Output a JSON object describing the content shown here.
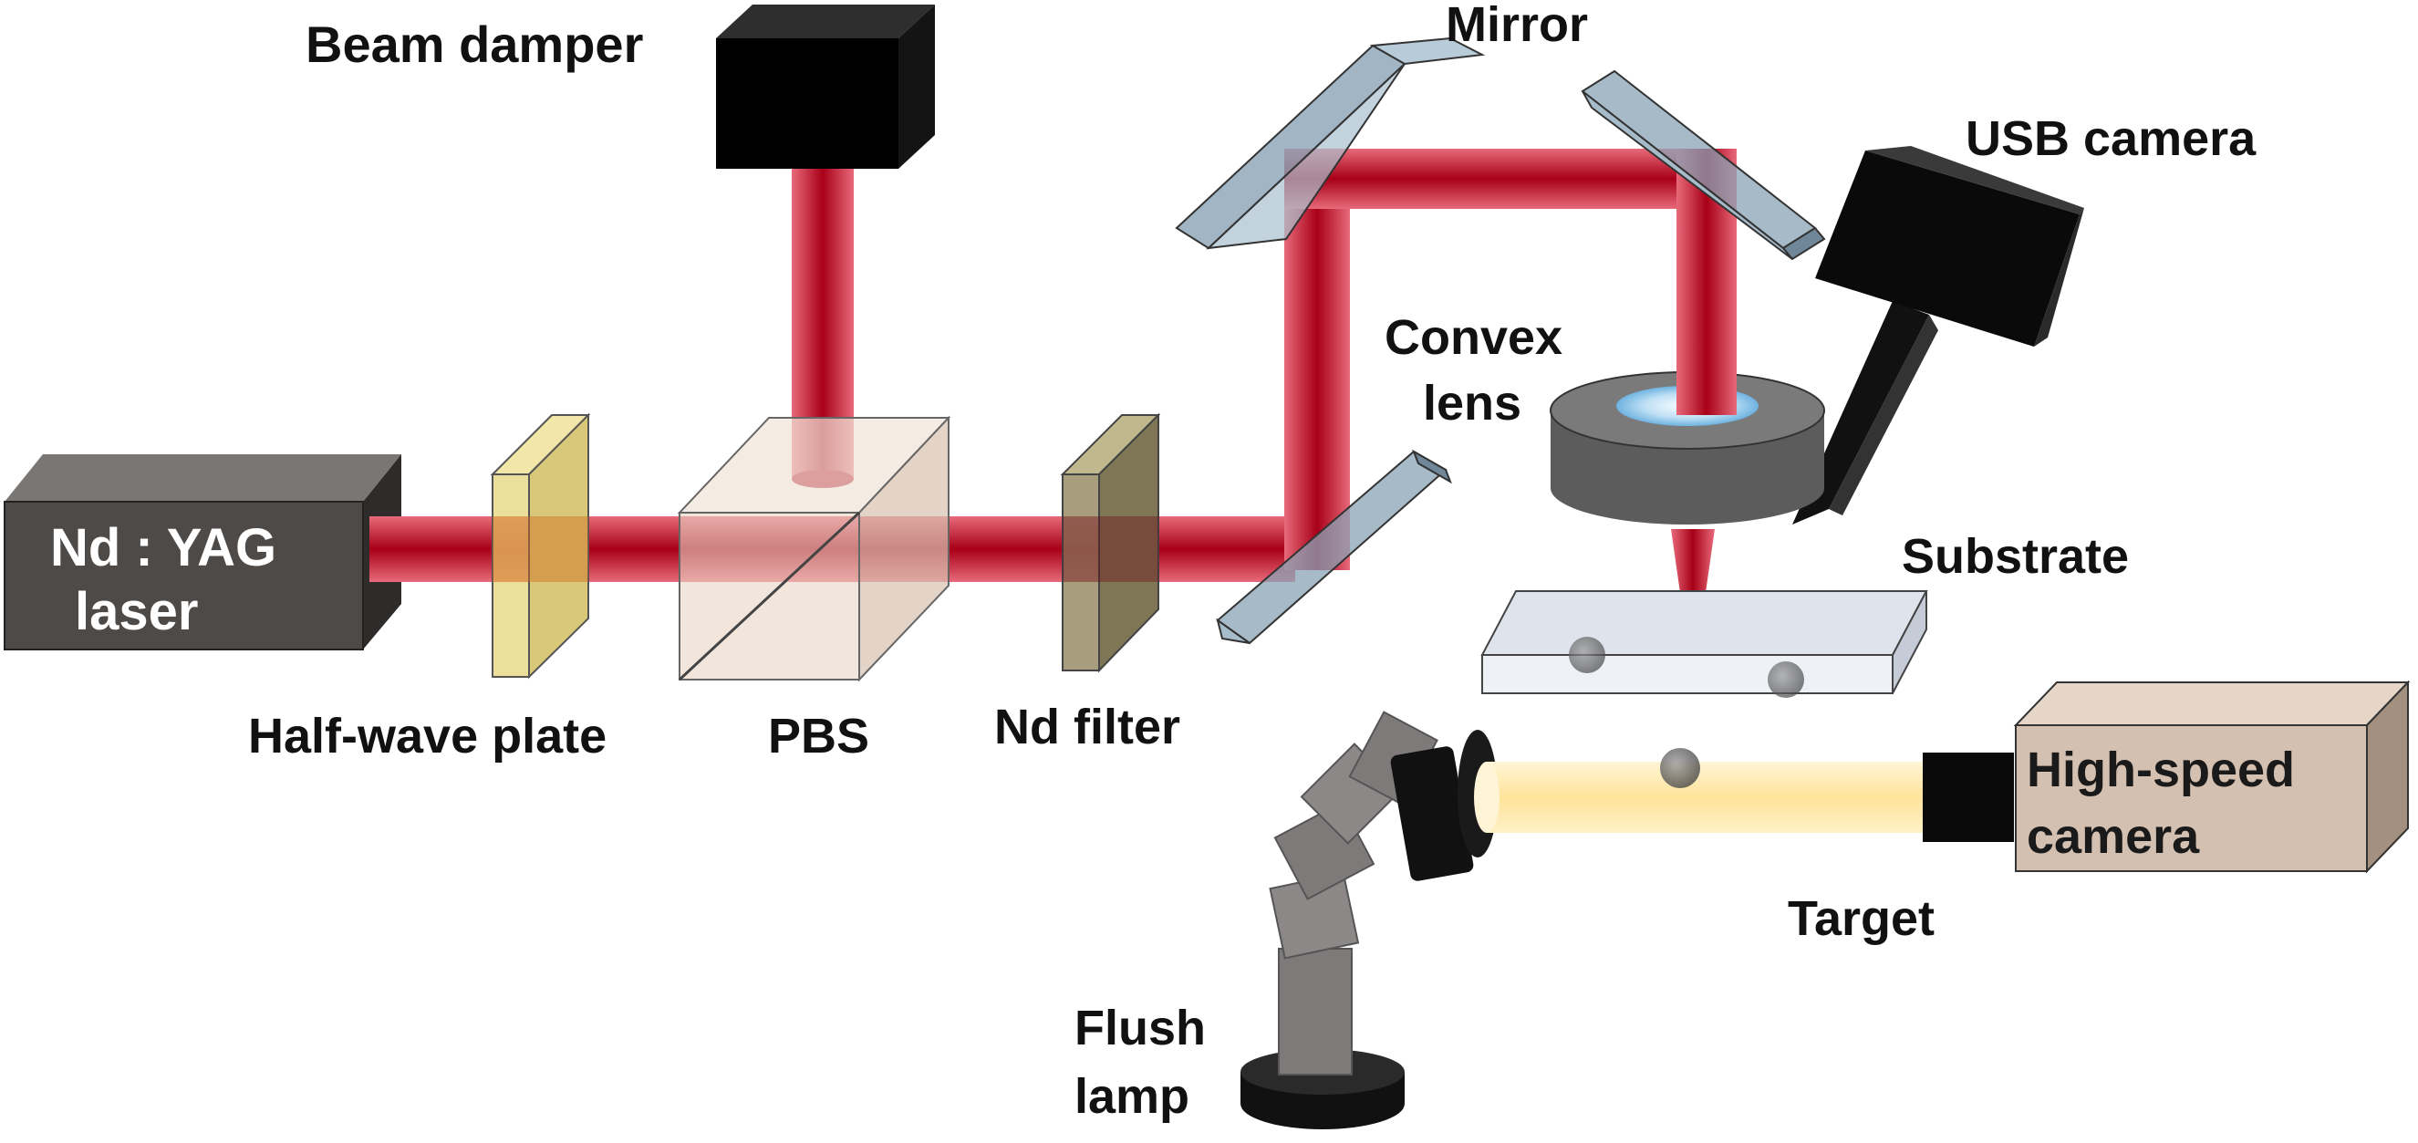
{
  "labels": {
    "beam_damper": "Beam damper",
    "mirror": "Mirror",
    "usb_camera": "USB camera",
    "convex_lens_line1": "Convex",
    "convex_lens_line2": "lens",
    "laser_line1": "Nd : YAG",
    "laser_line2": "laser",
    "substrate": "Substrate",
    "half_wave_plate": "Half-wave plate",
    "pbs": "PBS",
    "nd_filter": "Nd filter",
    "high_speed_camera_line1": "High-speed",
    "high_speed_camera_line2": "camera",
    "target": "Target",
    "flush_lamp_line1": "Flush",
    "flush_lamp_line2": "lamp"
  },
  "colors": {
    "beam": "#c0001a",
    "laser_body": "#4d4a48",
    "mirror": "#8aa3b5",
    "half_wave_plate": "#e8d98a",
    "nd_filter": "#9e9470",
    "pbs": "#e8d4c4",
    "camera_body": "#d4c0b0",
    "light_path": "#ffe7a6"
  }
}
